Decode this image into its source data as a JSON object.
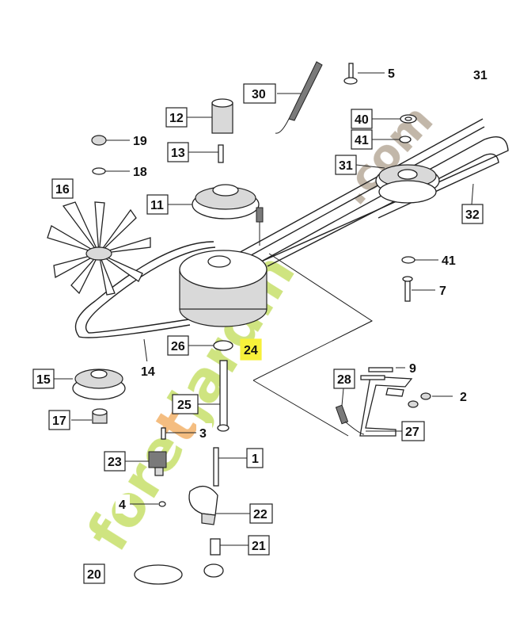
{
  "diagram": {
    "watermark": {
      "text_green": "fore",
      "text_orange": "t",
      "text_green2": "jardin",
      "suffix": ".com",
      "colors": {
        "green": "#c7e06a",
        "orange": "#f3b26a",
        "brown": "#b7aa9a"
      }
    },
    "labels": [
      {
        "id": "5",
        "text": "5"
      },
      {
        "id": "31a",
        "text": "31"
      },
      {
        "id": "30",
        "text": "30"
      },
      {
        "id": "12",
        "text": "12"
      },
      {
        "id": "40",
        "text": "40"
      },
      {
        "id": "41a",
        "text": "41"
      },
      {
        "id": "19",
        "text": "19"
      },
      {
        "id": "13",
        "text": "13"
      },
      {
        "id": "31b",
        "text": "31"
      },
      {
        "id": "18",
        "text": "18"
      },
      {
        "id": "16",
        "text": "16"
      },
      {
        "id": "11",
        "text": "11"
      },
      {
        "id": "32",
        "text": "32"
      },
      {
        "id": "41b",
        "text": "41"
      },
      {
        "id": "7",
        "text": "7"
      },
      {
        "id": "26",
        "text": "26"
      },
      {
        "id": "24",
        "text": "24"
      },
      {
        "id": "15",
        "text": "15"
      },
      {
        "id": "14",
        "text": "14"
      },
      {
        "id": "28",
        "text": "28"
      },
      {
        "id": "9",
        "text": "9"
      },
      {
        "id": "2",
        "text": "2"
      },
      {
        "id": "25",
        "text": "25"
      },
      {
        "id": "17",
        "text": "17"
      },
      {
        "id": "3",
        "text": "3"
      },
      {
        "id": "27",
        "text": "27"
      },
      {
        "id": "23",
        "text": "23"
      },
      {
        "id": "1",
        "text": "1"
      },
      {
        "id": "4",
        "text": "4"
      },
      {
        "id": "22",
        "text": "22"
      },
      {
        "id": "21",
        "text": "21"
      },
      {
        "id": "20",
        "text": "20"
      }
    ]
  }
}
